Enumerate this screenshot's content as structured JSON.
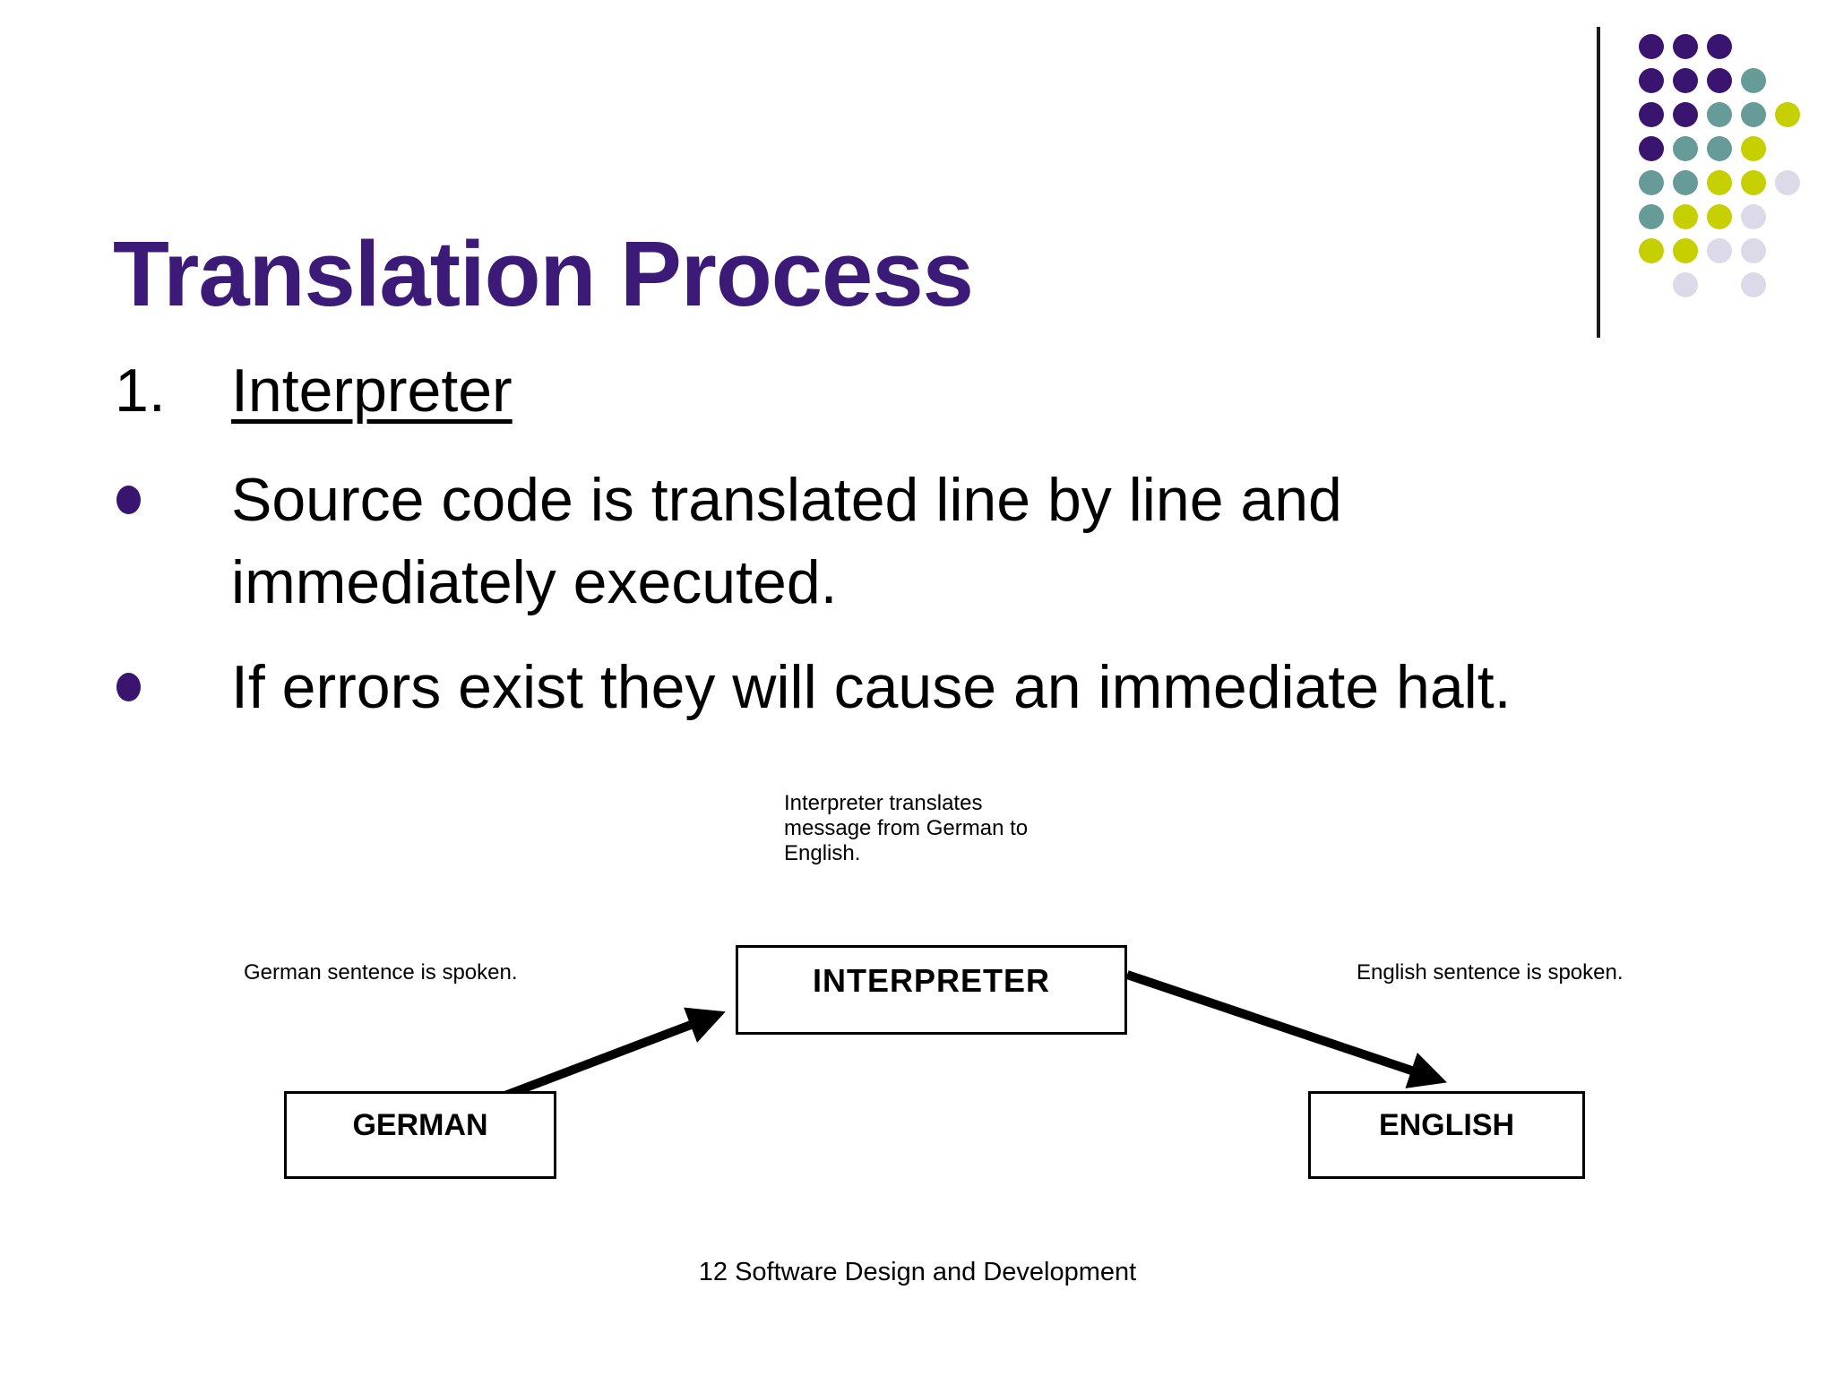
{
  "slide": {
    "title": "Translation Process",
    "list": {
      "numbered_item": {
        "number": "1.",
        "label": "Interpreter"
      },
      "bullets": [
        "Source code is translated line by line and\nimmediately executed.",
        "If errors exist they will cause an immediate halt."
      ]
    },
    "diagram": {
      "top_caption": "Interpreter translates\nmessage from German to\nEnglish.",
      "left_caption": "German sentence is spoken.",
      "right_caption": "English sentence is spoken.",
      "interpreter_box": "INTERPRETER",
      "german_box": "GERMAN",
      "english_box": "ENGLISH"
    },
    "footer": "12 Software Design and Development",
    "colors": {
      "title": "#3B1A78",
      "bullet_marker": "#3A156F",
      "divider_line": "#1a1a1a",
      "arrow": "#000000",
      "dot_purple": "#3A156F",
      "dot_teal": "#679B98",
      "dot_yellow": "#C6CF00",
      "dot_lavender": "#DCDAE8"
    },
    "decoration": {
      "pattern": [
        "PPP..",
        "PPPT.",
        "PPTTY",
        "PTTY.",
        "TTYYL",
        "TYYL.",
        "YYLL.",
        ".L.L."
      ],
      "color_keys": {
        "P": "dot_purple",
        "T": "dot_teal",
        "Y": "dot_yellow",
        "L": "dot_lavender"
      }
    }
  }
}
